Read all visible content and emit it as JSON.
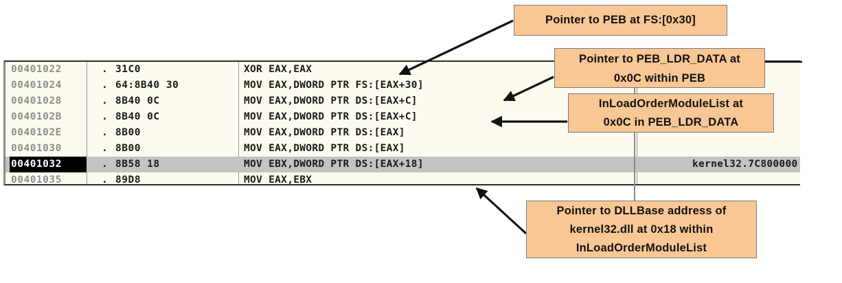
{
  "disassembly": {
    "columns": [
      "address",
      "marker",
      "opcode_bytes",
      "instruction",
      "comment"
    ],
    "rows": [
      {
        "address": "00401022",
        "marker": ".",
        "bytes": "31C0",
        "instruction": "XOR EAX,EAX",
        "comment": "",
        "highlighted": false
      },
      {
        "address": "00401024",
        "marker": ".",
        "bytes": "64:8B40 30",
        "instruction": "MOV EAX,DWORD PTR FS:[EAX+30]",
        "comment": "",
        "highlighted": false
      },
      {
        "address": "00401028",
        "marker": ".",
        "bytes": "8B40 0C",
        "instruction": "MOV EAX,DWORD PTR DS:[EAX+C]",
        "comment": "",
        "highlighted": false
      },
      {
        "address": "0040102B",
        "marker": ".",
        "bytes": "8B40 0C",
        "instruction": "MOV EAX,DWORD PTR DS:[EAX+C]",
        "comment": "",
        "highlighted": false
      },
      {
        "address": "0040102E",
        "marker": ".",
        "bytes": "8B00",
        "instruction": "MOV EAX,DWORD PTR DS:[EAX]",
        "comment": "",
        "highlighted": false
      },
      {
        "address": "00401030",
        "marker": ".",
        "bytes": "8B00",
        "instruction": "MOV EAX,DWORD PTR DS:[EAX]",
        "comment": "",
        "highlighted": false
      },
      {
        "address": "00401032",
        "marker": ".",
        "bytes": "8B58 18",
        "instruction": "MOV EBX,DWORD PTR DS:[EAX+18]",
        "comment": "kernel32.7C800000",
        "highlighted": true
      },
      {
        "address": "00401035",
        "marker": ".",
        "bytes": "89D8",
        "instruction": "MOV EAX,EBX",
        "comment": "",
        "highlighted": false
      }
    ]
  },
  "annotations": [
    {
      "id": "peb",
      "lines": [
        "Pointer to PEB at FS:[0x30]"
      ]
    },
    {
      "id": "peb-ldr",
      "lines": [
        "Pointer to PEB_LDR_DATA at",
        "0x0C within PEB"
      ]
    },
    {
      "id": "inload",
      "lines": [
        "InLoadOrderModuleList at",
        "0x0C in PEB_LDR_DATA"
      ]
    },
    {
      "id": "dllbase",
      "lines": [
        "Pointer to DLLBase address of",
        "kernel32.dll at 0x18 within",
        "InLoadOrderModuleList"
      ]
    }
  ],
  "colors": {
    "callout_fill": "#f8c794",
    "callout_border": "#7a7a7a",
    "panel_background": "#fdfbf0",
    "highlight_row": "#c3c3c3",
    "address_text": "#8d8d8d",
    "code_text": "#1a1a1a"
  }
}
